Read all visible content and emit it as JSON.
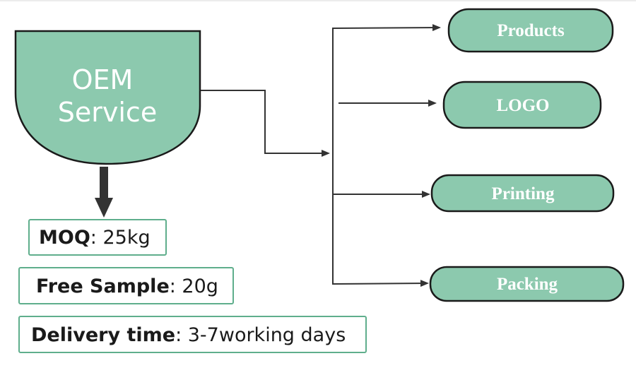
{
  "oem": {
    "line1": "OEM",
    "line2": "Service"
  },
  "services": [
    {
      "label": "Products"
    },
    {
      "label": "LOGO"
    },
    {
      "label": "Printing"
    },
    {
      "label": "Packing"
    }
  ],
  "info": {
    "moq": {
      "label": "MOQ",
      "value": ": 25kg"
    },
    "sample": {
      "label": "Free Sample",
      "value": ": 20g"
    },
    "delivery": {
      "label": "Delivery time",
      "value": ": 3-7working days"
    }
  },
  "colors": {
    "fill": "#8cc9ae",
    "stroke": "#1a1a1a",
    "box_border": "#5fae8c"
  }
}
